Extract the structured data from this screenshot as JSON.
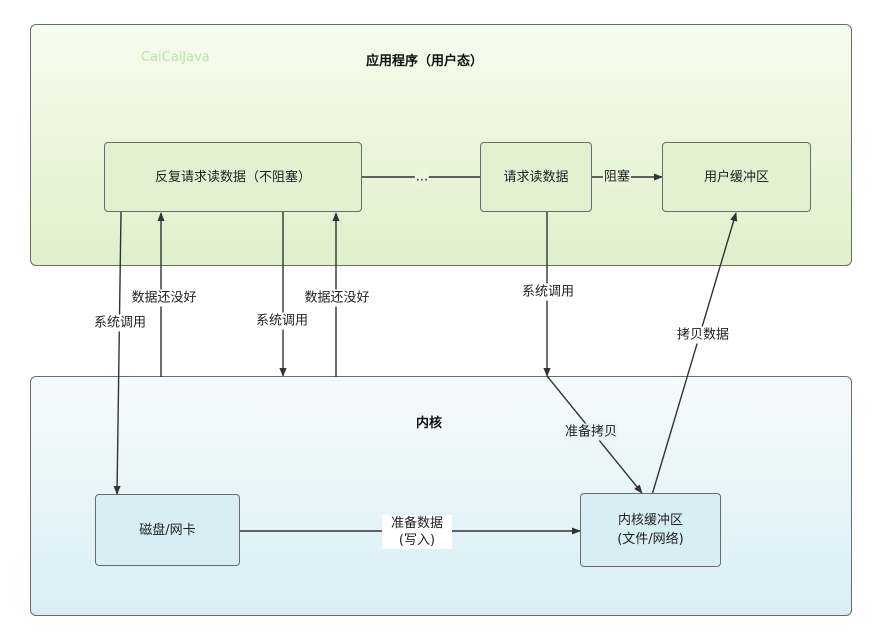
{
  "user_space": {
    "title": "应用程序（用户态）",
    "watermark": "CaiCaiJava"
  },
  "kernel_space": {
    "title": "内核"
  },
  "nodes": {
    "poll_read": "反复请求读数据（不阻塞）",
    "request_read": "请求读数据",
    "user_buffer": "用户缓冲区",
    "disk_nic": "磁盘/网卡",
    "kernel_buffer_line1": "内核缓冲区",
    "kernel_buffer_line2": "(文件/网络)"
  },
  "edge_labels": {
    "ellipsis": "...",
    "block": "阻塞",
    "syscall_1": "系统调用",
    "not_ready_1": "数据还没好",
    "syscall_2": "系统调用",
    "not_ready_2": "数据还没好",
    "syscall_3": "系统调用",
    "copy_data": "拷贝数据",
    "prepare_copy": "准备拷贝",
    "prepare_data_line1": "准备数据",
    "prepare_data_line2": "(写入)"
  },
  "colors": {
    "user_region_fill": "#e9f6d9",
    "kernel_region_fill": "#e6f4f9",
    "user_node_fill": "#e2f2d0",
    "kernel_node_fill": "#d6eef4",
    "stroke": "#333333"
  }
}
